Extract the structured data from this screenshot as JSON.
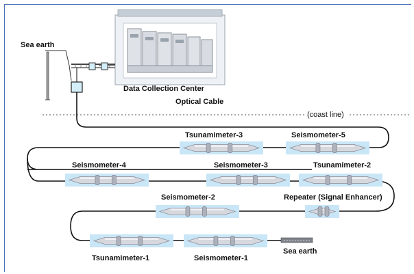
{
  "labels": {
    "sea_earth_left": "Sea earth",
    "data_collection_center": "Data Collection Center",
    "optical_cable": "Optical Cable",
    "coast_line": "(coast line)",
    "tsunamimeter_3": "Tsunamimeter-3",
    "seismometer_5": "Seismometer-5",
    "seismometer_4": "Seismometer-4",
    "seismometer_3": "Seismometer-3",
    "tsunamimeter_2": "Tsunamimeter-2",
    "seismometer_2": "Seismometer-2",
    "repeater": "Repeater (Signal Enhancer)",
    "tsunamimeter_1": "Tsunamimeter-1",
    "seismometer_1": "Seismometer-1",
    "sea_earth_right": "Sea earth"
  },
  "colors": {
    "frame": "#4a72b8",
    "cable": "#111111",
    "sensor_background": "#c9e6f7",
    "device_body": "#d6d8de",
    "coast_line": "#777777"
  },
  "icons": {
    "data_center": "data-center-building-icon",
    "sensor": "sensor-capsule-icon",
    "junction": "junction-box-icon",
    "ground": "sea-earth-electrode-icon"
  }
}
